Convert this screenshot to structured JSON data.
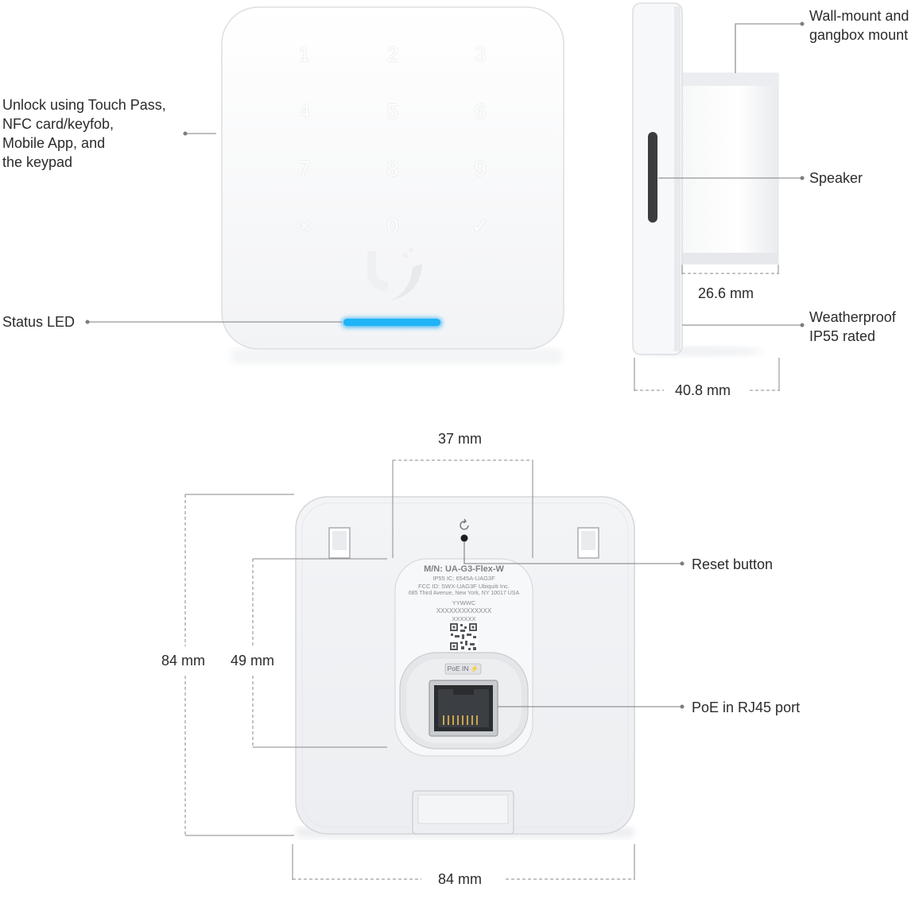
{
  "callouts": {
    "unlock": "Unlock using Touch Pass,\nNFC card/keyfob,\nMobile App, and\nthe keypad",
    "status_led": "Status LED",
    "wall_mount": "Wall-mount and\ngangbox mount",
    "speaker": "Speaker",
    "weatherproof": "Weatherproof\nIP55 rated",
    "reset": "Reset button",
    "poe": "PoE in RJ45 port"
  },
  "dimensions": {
    "depth_inner": "26.6 mm",
    "depth_total": "40.8 mm",
    "mount_width": "37 mm",
    "height_total": "84 mm",
    "mount_height": "49 mm",
    "width_total": "84 mm"
  },
  "keypad": {
    "keys": [
      "1",
      "2",
      "3",
      "4",
      "5",
      "6",
      "7",
      "8",
      "9",
      "×",
      "0",
      "✓"
    ]
  },
  "label": {
    "model": "M/N: UA-G3-Flex-W",
    "line2": "IP55   IC: 6545A-UAG3F",
    "line3": "FCC ID: SWX-UAG3F    Ubiquiti Inc.",
    "line4": "685 Third Avenue, New York, NY 10017 USA",
    "line5": "YYWWC",
    "line6": "XXXXXXXXXXXXX",
    "line7": "XXXXXX",
    "poe_tag": "PoE IN ⚡"
  },
  "colors": {
    "led": "#1aa9f2",
    "device": "#f4f5f7",
    "device_edge": "#d9dbdf",
    "leader": "#7d7d7d"
  }
}
